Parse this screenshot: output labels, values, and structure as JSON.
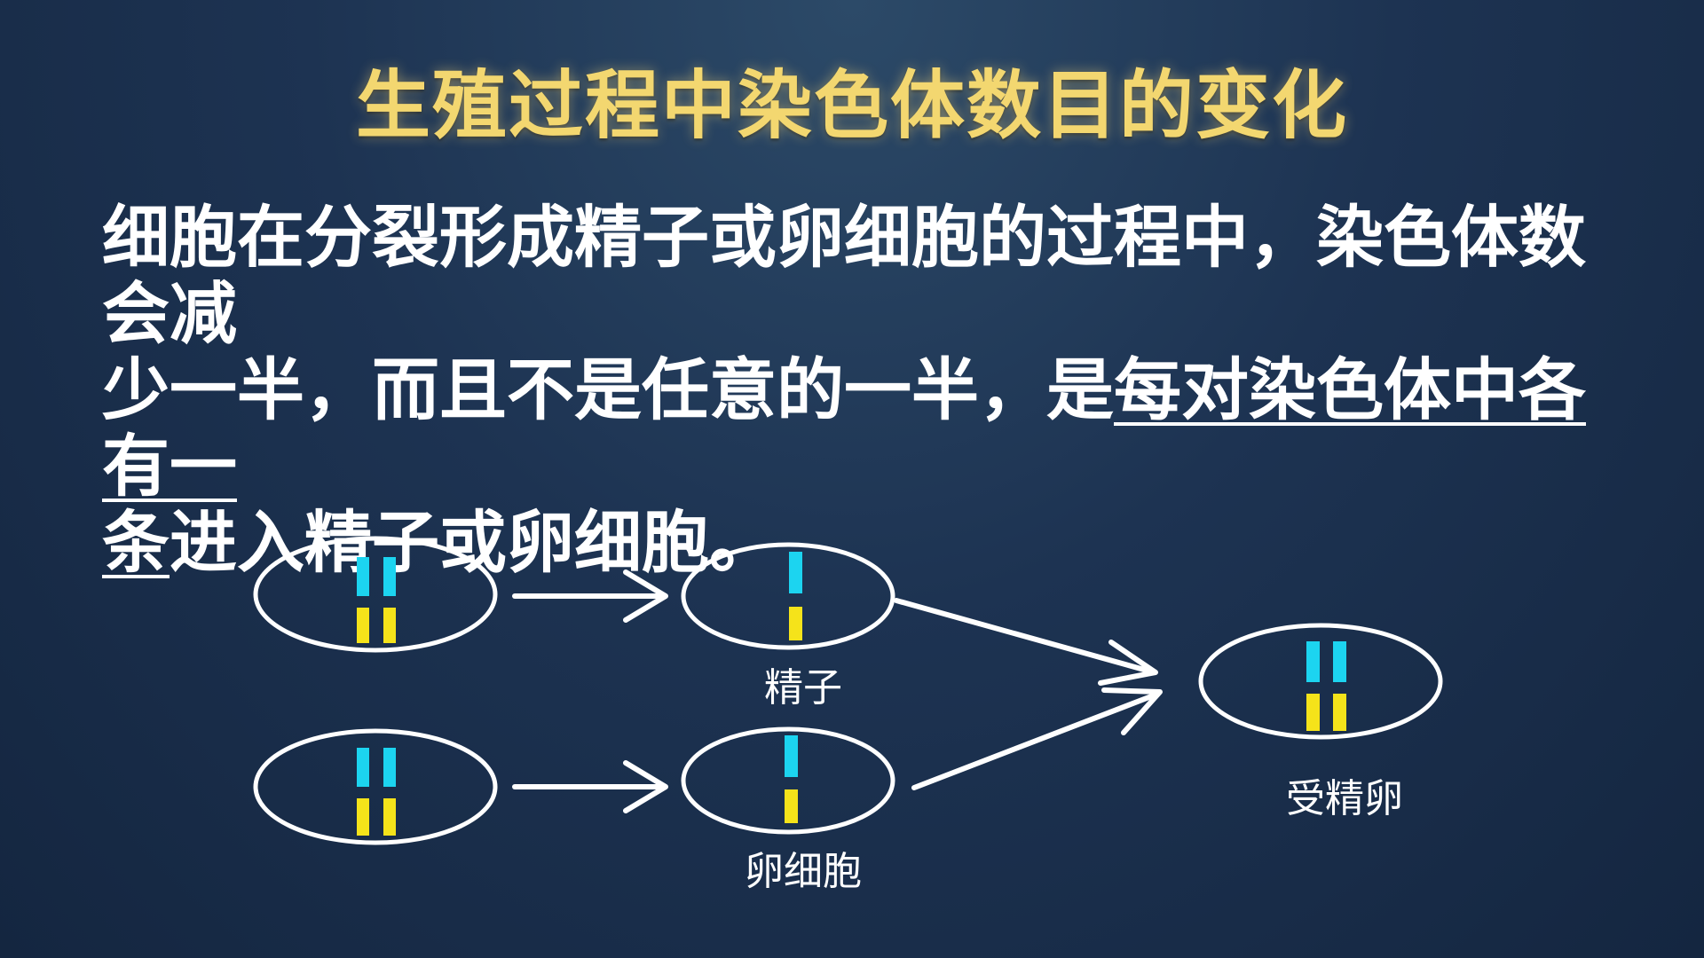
{
  "title": "生殖过程中染色体数目的变化",
  "body": {
    "line1": "细胞在分裂形成精子或卵细胞的过程中，染色体数会减",
    "line2_plain": "少一半，而且不是任意的一半，是",
    "line2_underlined": "每对染色体中各有一",
    "line3_underlined": "条",
    "line3_plain": "进入精子或卵细胞。"
  },
  "diagram": {
    "labels": {
      "sperm": "精子",
      "egg": "卵细胞",
      "zygote": "受精卵"
    },
    "colors": {
      "chromosome_a": "#1cd4f0",
      "chromosome_b": "#f5e31a",
      "outline": "#ffffff"
    }
  }
}
